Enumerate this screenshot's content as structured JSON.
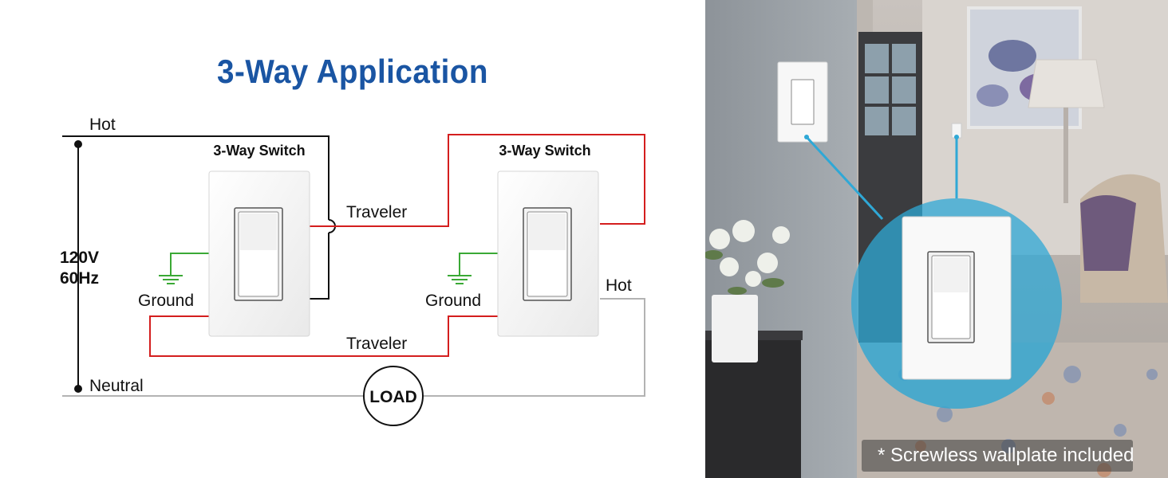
{
  "title": "3-Way Application",
  "diagram": {
    "switch_left_label": "3-Way Switch",
    "switch_right_label": "3-Way Switch",
    "hot_left": "Hot",
    "hot_right": "Hot",
    "voltage": "120V",
    "frequency": "60Hz",
    "neutral": "Neutral",
    "traveler_top": "Traveler",
    "traveler_bottom": "Traveler",
    "ground_left": "Ground",
    "ground_right": "Ground",
    "load": "LOAD"
  },
  "photo": {
    "caption": "* Screwless wallplate included"
  },
  "colors": {
    "title": "#1a55a3",
    "traveler_wire": "#d41e1e",
    "hot_wire": "#111111",
    "neutral_wire": "#b3b3b3",
    "ground_wire": "#3aa935",
    "callout": "#2fa8d6"
  }
}
